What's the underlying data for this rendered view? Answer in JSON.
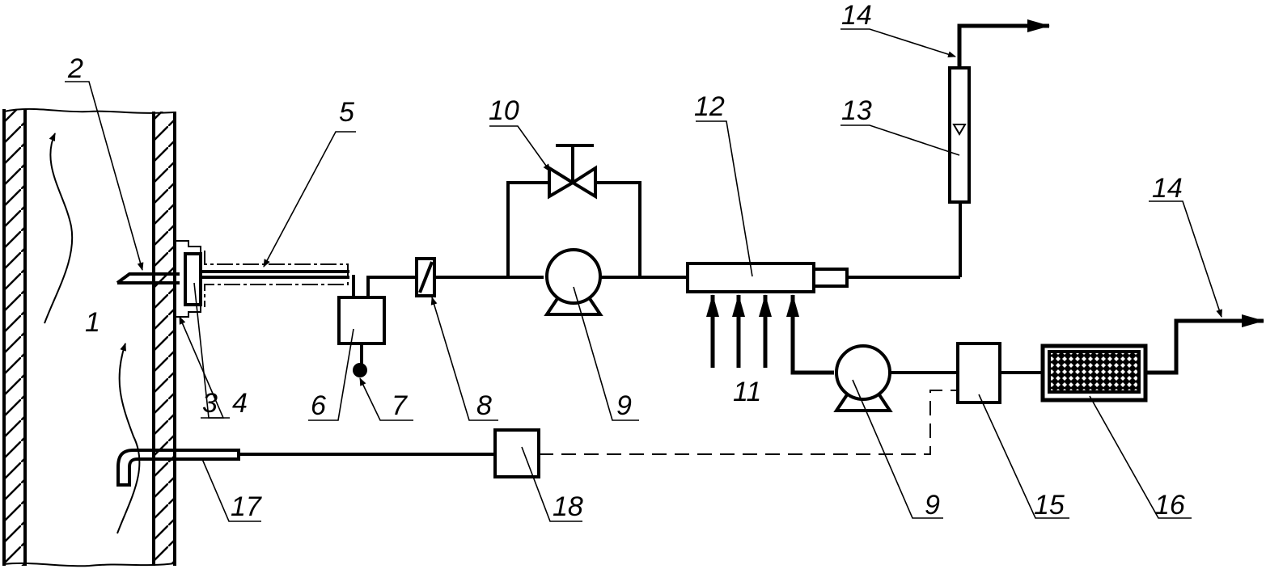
{
  "diagram": {
    "title": "Gas sampling and analysis scheme",
    "colors": {
      "ink": "#000000",
      "background": "#ffffff"
    },
    "labels": {
      "l1": "1",
      "l2": "2",
      "l3": "3",
      "l4": "4",
      "l5": "5",
      "l6": "6",
      "l7": "7",
      "l8": "8",
      "l9a": "9",
      "l9b": "9",
      "l10": "10",
      "l11": "11",
      "l12": "12",
      "l13": "13",
      "l14a": "14",
      "l14b": "14",
      "l15": "15",
      "l16": "16",
      "l17": "17",
      "l18": "18"
    },
    "components": [
      {
        "id": "1",
        "name": "duct / stack"
      },
      {
        "id": "2",
        "name": "sampling probe"
      },
      {
        "id": "3",
        "name": "flange"
      },
      {
        "id": "4",
        "name": "filter"
      },
      {
        "id": "5",
        "name": "heated sampling line"
      },
      {
        "id": "6",
        "name": "condensate separator"
      },
      {
        "id": "7",
        "name": "condensate drain"
      },
      {
        "id": "8",
        "name": "filter"
      },
      {
        "id": "9",
        "name": "pump"
      },
      {
        "id": "10",
        "name": "bypass valve"
      },
      {
        "id": "11",
        "name": "dilution gas inlets"
      },
      {
        "id": "12",
        "name": "mixing / dilution unit"
      },
      {
        "id": "13",
        "name": "rotameter"
      },
      {
        "id": "14",
        "name": "exhaust"
      },
      {
        "id": "15",
        "name": "flow controller"
      },
      {
        "id": "16",
        "name": "adsorber"
      },
      {
        "id": "17",
        "name": "pitot tube"
      },
      {
        "id": "18",
        "name": "flow meter"
      }
    ]
  }
}
